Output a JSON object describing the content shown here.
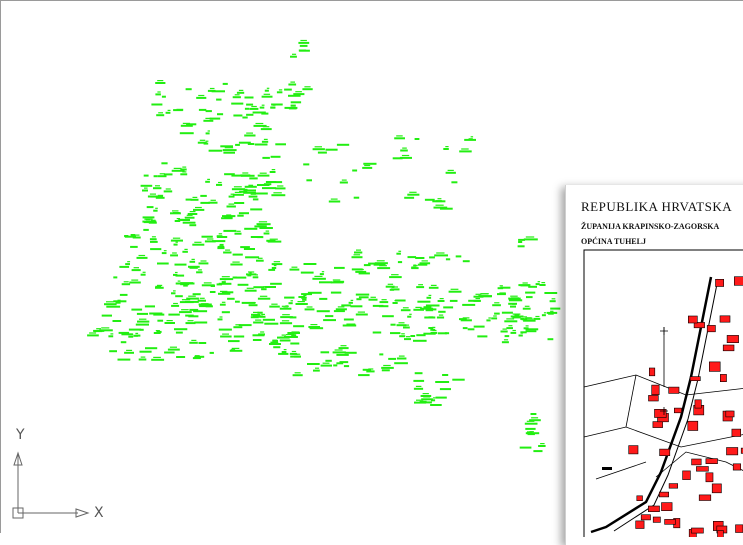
{
  "window": {
    "app": "CAD drawing viewport"
  },
  "ucs_icon": {
    "x_label": "X",
    "y_label": "Y"
  },
  "map_sheet": {
    "title": "REPUBLIKA HRVATSKA",
    "county": "ŽUPANIJA KRAPINSKO-ZAGORSKA",
    "municipality": "OPĆINA TUHELJ"
  },
  "colors": {
    "survey_points": "#22ee11",
    "buildings": "#ff1a1a",
    "linework": "#000000",
    "background": "#ffffff"
  }
}
